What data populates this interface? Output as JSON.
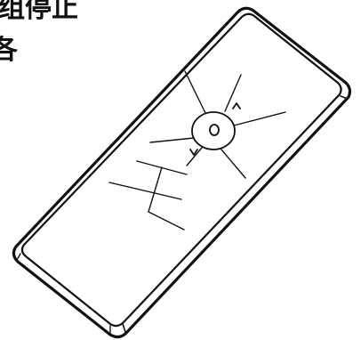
{
  "captions": {
    "line1": "组停止",
    "line2": "各"
  },
  "figure": {
    "subject": "remote-control",
    "stroke_color": "#111111",
    "fill_color": "#ffffff"
  }
}
